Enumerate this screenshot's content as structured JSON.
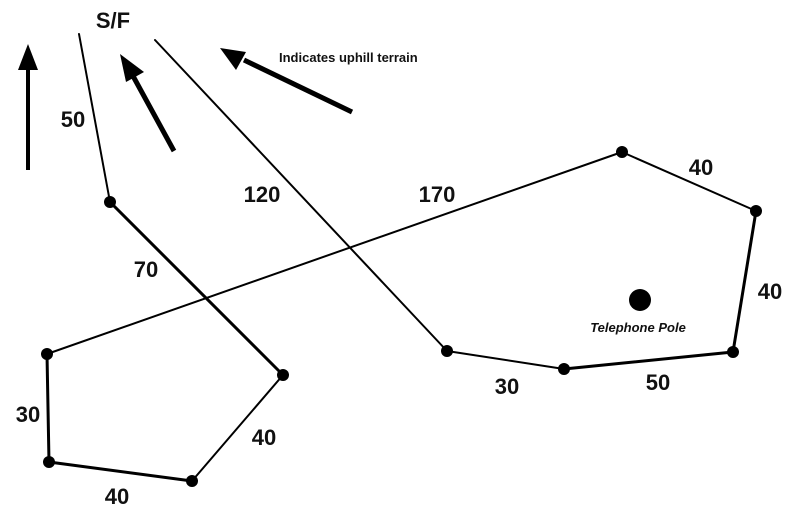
{
  "start_finish_label": "S/F",
  "uphill_legend": "Indicates uphill terrain",
  "telephone_pole_label": "Telephone Pole",
  "segment_lengths": {
    "start_leg": "50",
    "diagonal_down": "70",
    "lower_left_right_side": "40",
    "lower_left_bottom": "40",
    "lower_left_left_side": "30",
    "long_diagonal": "170",
    "top_right_edge": "40",
    "right_side": "40",
    "bottom_right": "50",
    "bottom_middle": "30",
    "finish_leg": "120"
  }
}
